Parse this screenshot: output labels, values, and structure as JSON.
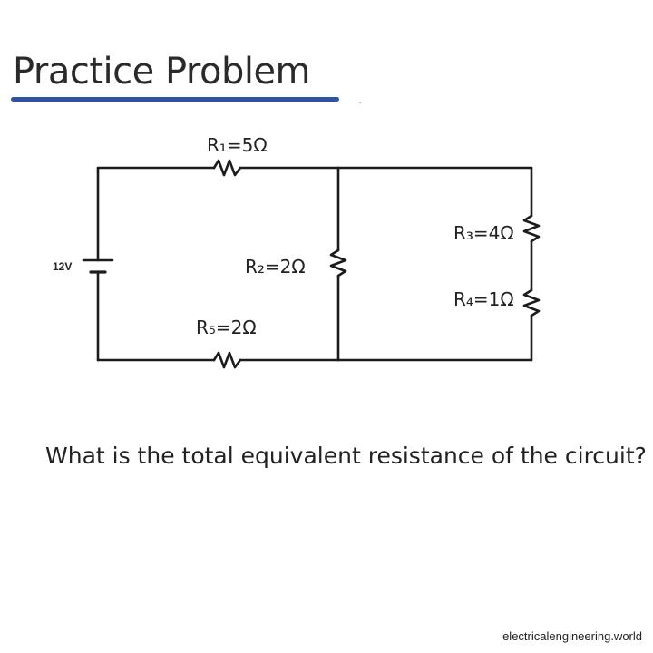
{
  "title": "Practice Problem",
  "source_label": "12V",
  "resistors": {
    "r1": "R₁=5Ω",
    "r2": "R₂=2Ω",
    "r3": "R₃=4Ω",
    "r4": "R₄=1Ω",
    "r5": "R₅=2Ω"
  },
  "question": "What is the total equivalent resistance of the circuit?",
  "footer": "electricalengineering.world",
  "colors": {
    "accent": "#2f52a4",
    "ink": "#1c1c1c"
  }
}
